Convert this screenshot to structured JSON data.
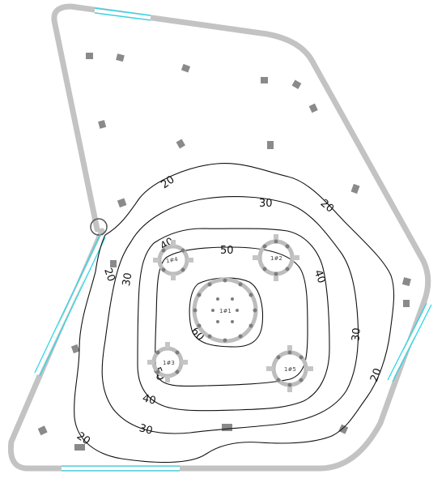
{
  "luminaires": [
    {
      "id": "lum-1",
      "label": "1#1"
    },
    {
      "id": "lum-2",
      "label": "1#2"
    },
    {
      "id": "lum-3",
      "label": "1#3"
    },
    {
      "id": "lum-4",
      "label": "1#4"
    },
    {
      "id": "lum-5",
      "label": "1#5"
    }
  ],
  "contour_labels": {
    "l20_top": "20",
    "l30_top": "30",
    "l20_right": "20",
    "l40_top": "40",
    "l50_top": "50",
    "l40_right": "40",
    "l30_right": "30",
    "l20_bottom_right": "20",
    "l20_left": "20",
    "l30_left": "30",
    "l60": "60",
    "l50_left": "50",
    "l40_bottom": "40",
    "l30_bottom": "30",
    "l20_bottom": "20"
  },
  "colors": {
    "wall": "#c3c3c3",
    "window": "#2fd7e8",
    "contour": "#111111",
    "furniture": "#8a8a8a"
  }
}
